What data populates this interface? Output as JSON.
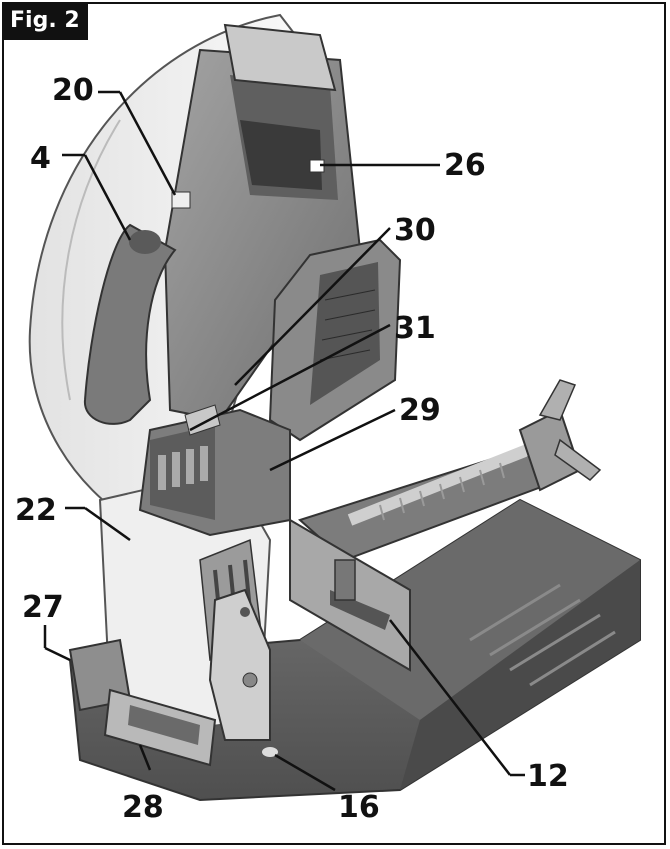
{
  "figure": {
    "tag": "Fig. 2"
  },
  "callouts": {
    "c4": "4",
    "c12": "12",
    "c16": "16",
    "c20": "20",
    "c22": "22",
    "c26": "26",
    "c27": "27",
    "c28": "28",
    "c29": "29",
    "c30": "30",
    "c31": "31"
  },
  "colors": {
    "tool_body": "#8c8c8c",
    "tool_dark": "#5e5e5e",
    "tool_light": "#d9d9d9",
    "guard": "#f1f1f1",
    "outline": "#111111"
  },
  "subject": "chop-saw-illustration"
}
